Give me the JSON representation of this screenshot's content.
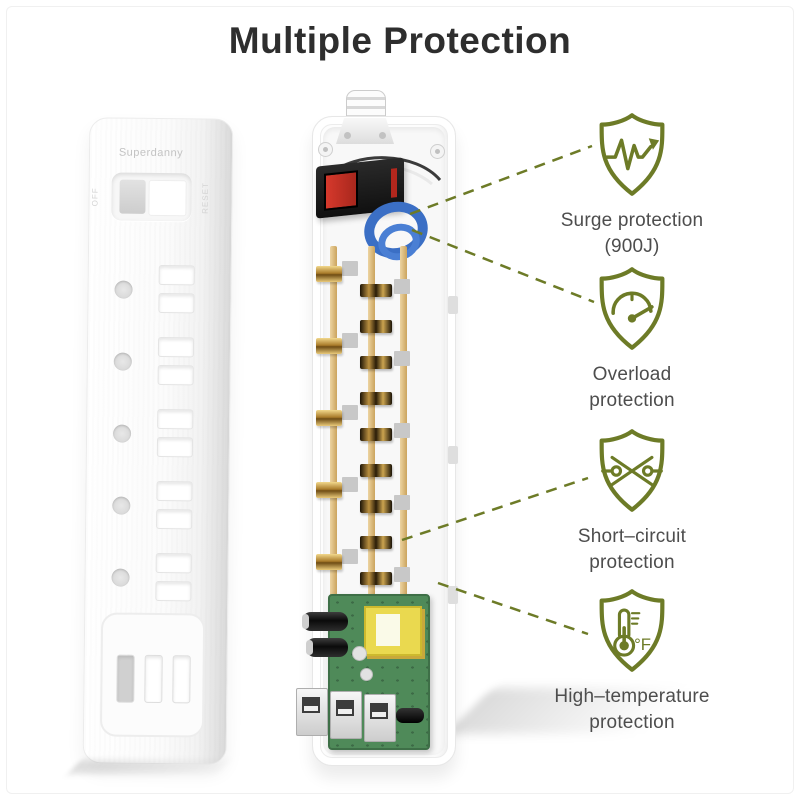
{
  "title": "Multiple Protection",
  "colors": {
    "accent_olive": "#6d7b27",
    "label_text": "#4d4d4d",
    "title_text": "#2e2e2e",
    "switch_red": "#c0392b",
    "coil_blue": "#3b6fc5",
    "pcb_green": "#4f8a59",
    "brass": "#cba45e"
  },
  "product": {
    "brand": "Superdanny",
    "switch": {
      "off_label": "OFF",
      "reset_label": "RESET"
    },
    "outlet_count": 5,
    "usb_port_count": 3
  },
  "features": [
    {
      "icon": "surge-shield-icon",
      "label_lines": [
        "Surge protection",
        "(900J)"
      ]
    },
    {
      "icon": "overload-shield-icon",
      "label_lines": [
        "Overload",
        "protection"
      ]
    },
    {
      "icon": "short-circuit-shield-icon",
      "label_lines": [
        "Short–circuit",
        "protection"
      ]
    },
    {
      "icon": "high-temperature-shield-icon",
      "label_lines": [
        "High–temperature",
        "protection"
      ]
    }
  ],
  "temperature_unit": "°F"
}
